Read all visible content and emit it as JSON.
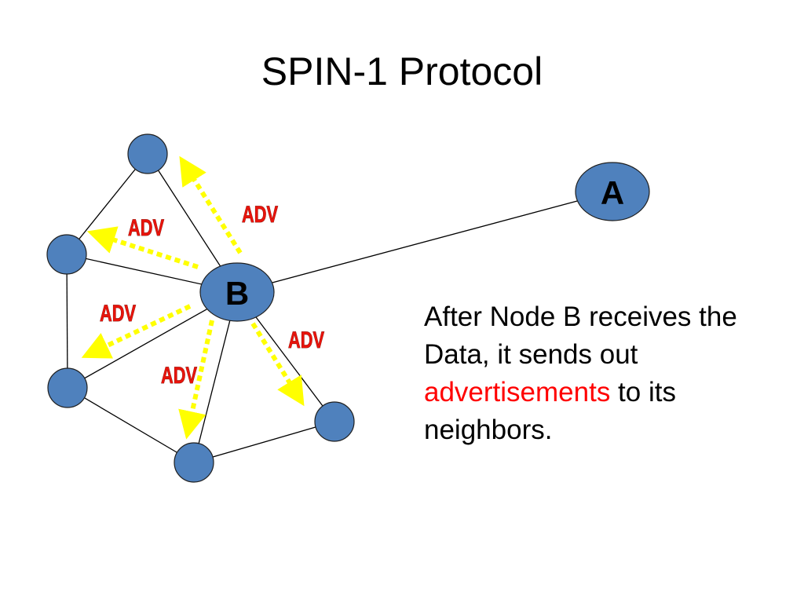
{
  "slide": {
    "title": "SPIN-1 Protocol"
  },
  "nodes": {
    "a_label": "A",
    "b_label": "B"
  },
  "adv_labels": {
    "top": "ADV",
    "upper_left": "ADV",
    "lower_left": "ADV",
    "bottom": "ADV",
    "lower_right": "ADV"
  },
  "caption": {
    "part1": "After Node B receives the Data, it sends out ",
    "highlight": "advertisements",
    "part2": " to its neighbors."
  },
  "colors": {
    "node_fill": "#4f81bd",
    "arrow": "#ffff00",
    "adv_text": "#e8140c",
    "highlight_text": "#ff0000"
  }
}
